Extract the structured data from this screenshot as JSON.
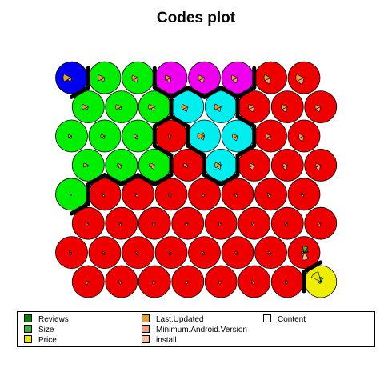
{
  "chart_data": {
    "type": "som-codes",
    "title": "Codes plot",
    "grid": {
      "rows": 8,
      "cols": 8,
      "topology": "hexagonal"
    },
    "variables": [
      {
        "name": "Reviews",
        "color": "#008000"
      },
      {
        "name": "Size",
        "color": "#3cb03c"
      },
      {
        "name": "Price",
        "color": "#e6e600"
      },
      {
        "name": "Last.Updated",
        "color": "#e6a030"
      },
      {
        "name": "Minimum.Android.Version",
        "color": "#f0a080"
      },
      {
        "name": "install",
        "color": "#f5b8a0"
      },
      {
        "name": "Content",
        "color": "#ffffff"
      }
    ],
    "cluster_colors": {
      "blue": "#0000ee",
      "green": "#00ee00",
      "magenta": "#ee00ee",
      "cyan": "#00eeee",
      "red": "#ee0000",
      "yellow": "#eeee00"
    },
    "cluster_labels": [
      [
        "red",
        "red",
        "red",
        "red",
        "red",
        "red",
        "red",
        "yellow"
      ],
      [
        "red",
        "red",
        "red",
        "red",
        "red",
        "red",
        "red",
        "red"
      ],
      [
        "red",
        "red",
        "red",
        "red",
        "red",
        "red",
        "red",
        "red"
      ],
      [
        "green",
        "red",
        "red",
        "red",
        "red",
        "red",
        "red",
        "red"
      ],
      [
        "green",
        "green",
        "green",
        "red",
        "cyan",
        "red",
        "red",
        "red"
      ],
      [
        "green",
        "green",
        "green",
        "red",
        "cyan",
        "cyan",
        "red",
        "red"
      ],
      [
        "green",
        "green",
        "green",
        "cyan",
        "cyan",
        "red",
        "red",
        "red"
      ],
      [
        "blue",
        "green",
        "green",
        "magenta",
        "magenta",
        "magenta",
        "red",
        "red"
      ]
    ],
    "codes": [
      [
        [
          0,
          0,
          0,
          0.15,
          0.22,
          0,
          0
        ],
        [
          0,
          0,
          0,
          0.18,
          0.2,
          0,
          0
        ],
        [
          0,
          0,
          0,
          0.12,
          0.2,
          0,
          0
        ],
        [
          0,
          0,
          0,
          0.15,
          0.18,
          0,
          0
        ],
        [
          0,
          0,
          0,
          0.15,
          0.2,
          0,
          0
        ],
        [
          0,
          0,
          0,
          0.18,
          0.2,
          0,
          0
        ],
        [
          0,
          0,
          0,
          0.18,
          0.2,
          0,
          0
        ],
        [
          0.12,
          0.32,
          0.75,
          0.2,
          0.15,
          0,
          0.05
        ]
      ],
      [
        [
          0,
          0,
          0,
          0.18,
          0.2,
          0,
          0
        ],
        [
          0,
          0,
          0,
          0.15,
          0.2,
          0,
          0
        ],
        [
          0,
          0,
          0,
          0.15,
          0.2,
          0,
          0
        ],
        [
          0,
          0,
          0,
          0.16,
          0.2,
          0,
          0
        ],
        [
          0,
          0,
          0,
          0.16,
          0.2,
          0,
          0
        ],
        [
          0,
          0,
          0,
          0.18,
          0.2,
          0,
          0
        ],
        [
          0,
          0,
          0,
          0.2,
          0.22,
          0,
          0
        ],
        [
          0.3,
          0.45,
          0,
          0.2,
          0.22,
          0.55,
          0.08
        ]
      ],
      [
        [
          0,
          0,
          0,
          0.16,
          0.2,
          0,
          0
        ],
        [
          0,
          0,
          0,
          0.15,
          0.2,
          0,
          0
        ],
        [
          0,
          0,
          0,
          0.15,
          0.2,
          0,
          0
        ],
        [
          0,
          0,
          0,
          0.17,
          0.2,
          0,
          0
        ],
        [
          0,
          0,
          0,
          0.16,
          0.2,
          0,
          0
        ],
        [
          0,
          0,
          0,
          0.18,
          0.2,
          0,
          0
        ],
        [
          0,
          0,
          0,
          0.2,
          0.2,
          0,
          0
        ],
        [
          0,
          0,
          0,
          0.18,
          0.22,
          0,
          0
        ]
      ],
      [
        [
          0,
          0,
          0,
          0.06,
          0.06,
          0,
          0
        ],
        [
          0,
          0,
          0,
          0.18,
          0.2,
          0,
          0
        ],
        [
          0,
          0,
          0,
          0.2,
          0.22,
          0,
          0
        ],
        [
          0,
          0,
          0,
          0.2,
          0.22,
          0,
          0
        ],
        [
          0,
          0,
          0,
          0.18,
          0.2,
          0,
          0
        ],
        [
          0,
          0,
          0,
          0.2,
          0.22,
          0,
          0
        ],
        [
          0,
          0,
          0,
          0.25,
          0.25,
          0,
          0
        ],
        [
          0,
          0,
          0,
          0.2,
          0.2,
          0,
          0
        ]
      ],
      [
        [
          0,
          0,
          0,
          0.35,
          0.12,
          0,
          0
        ],
        [
          0,
          0,
          0,
          0.3,
          0.25,
          0,
          0
        ],
        [
          0,
          0,
          0,
          0.38,
          0.3,
          0,
          0
        ],
        [
          0,
          0,
          0,
          0.3,
          0.2,
          0,
          0
        ],
        [
          0,
          0,
          0.2,
          0.45,
          0.3,
          0,
          0
        ],
        [
          0,
          0,
          0,
          0.3,
          0.35,
          0,
          0
        ],
        [
          0,
          0,
          0,
          0.32,
          0.35,
          0,
          0
        ],
        [
          0,
          0,
          0,
          0.35,
          0.38,
          0,
          0
        ]
      ],
      [
        [
          0,
          0,
          0,
          0.25,
          0.2,
          0,
          0
        ],
        [
          0,
          0,
          0,
          0.3,
          0.22,
          0,
          0
        ],
        [
          0,
          0,
          0,
          0.3,
          0.25,
          0,
          0
        ],
        [
          0,
          0,
          0,
          0.2,
          0.22,
          0,
          0
        ],
        [
          0,
          0,
          0.25,
          0.5,
          0.3,
          0,
          0
        ],
        [
          0,
          0,
          0,
          0.38,
          0.35,
          0,
          0
        ],
        [
          0,
          0,
          0,
          0.35,
          0.3,
          0,
          0
        ],
        [
          0,
          0,
          0,
          0.38,
          0.4,
          0,
          0
        ]
      ],
      [
        [
          0,
          0,
          0,
          0.45,
          0.2,
          0,
          0
        ],
        [
          0,
          0,
          0,
          0.42,
          0.2,
          0,
          0
        ],
        [
          0,
          0,
          0,
          0.45,
          0.28,
          0,
          0
        ],
        [
          0,
          0,
          0,
          0.45,
          0.35,
          0,
          0
        ],
        [
          0,
          0,
          0,
          0.48,
          0.35,
          0,
          0
        ],
        [
          0,
          0,
          0,
          0.42,
          0.38,
          0,
          0
        ],
        [
          0,
          0,
          0,
          0.45,
          0.4,
          0,
          0
        ],
        [
          0,
          0,
          0,
          0.4,
          0.38,
          0,
          0
        ]
      ],
      [
        [
          0,
          0,
          0,
          0.62,
          0.3,
          0,
          0
        ],
        [
          0,
          0,
          0,
          0.5,
          0.3,
          0,
          0
        ],
        [
          0,
          0,
          0,
          0.45,
          0.35,
          0,
          0
        ],
        [
          0,
          0,
          0,
          0.45,
          0.35,
          0,
          0
        ],
        [
          0,
          0,
          0,
          0.45,
          0.38,
          0,
          0
        ],
        [
          0,
          0,
          0,
          0.45,
          0.4,
          0,
          0
        ],
        [
          0,
          0,
          0,
          0.5,
          0.45,
          0,
          0
        ],
        [
          0,
          0,
          0,
          0.6,
          0.5,
          0,
          0
        ]
      ]
    ],
    "legend": [
      {
        "label": "Reviews",
        "color": "#008000"
      },
      {
        "label": "Last.Updated",
        "color": "#e6a030"
      },
      {
        "label": "Content",
        "color": "#ffffff"
      },
      {
        "label": "Size",
        "color": "#3cb03c"
      },
      {
        "label": "Minimum.Android.Version",
        "color": "#f0a080"
      },
      {
        "label": "Price",
        "color": "#e6e600"
      },
      {
        "label": "install",
        "color": "#f5b8a0"
      }
    ]
  }
}
